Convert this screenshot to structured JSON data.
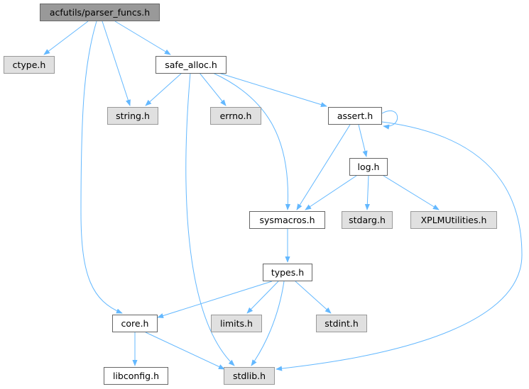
{
  "graph": {
    "type": "include-dependency-graph",
    "edge_color": "#63b8ff",
    "nodes": {
      "root": {
        "label": "acfutils/parser_funcs.h",
        "kind": "root"
      },
      "ctype": {
        "label": "ctype.h",
        "kind": "external"
      },
      "safe_alloc": {
        "label": "safe_alloc.h",
        "kind": "internal"
      },
      "string": {
        "label": "string.h",
        "kind": "external"
      },
      "errno": {
        "label": "errno.h",
        "kind": "external"
      },
      "assert": {
        "label": "assert.h",
        "kind": "internal"
      },
      "log": {
        "label": "log.h",
        "kind": "internal"
      },
      "sysmacros": {
        "label": "sysmacros.h",
        "kind": "internal"
      },
      "stdarg": {
        "label": "stdarg.h",
        "kind": "external"
      },
      "xplm": {
        "label": "XPLMUtilities.h",
        "kind": "external"
      },
      "types": {
        "label": "types.h",
        "kind": "internal"
      },
      "core": {
        "label": "core.h",
        "kind": "internal"
      },
      "limits": {
        "label": "limits.h",
        "kind": "external"
      },
      "stdint": {
        "label": "stdint.h",
        "kind": "external"
      },
      "libconfig": {
        "label": "libconfig.h",
        "kind": "internal"
      },
      "stdlib": {
        "label": "stdlib.h",
        "kind": "external"
      }
    },
    "edges": [
      [
        "root",
        "ctype"
      ],
      [
        "root",
        "string"
      ],
      [
        "root",
        "safe_alloc"
      ],
      [
        "root",
        "core"
      ],
      [
        "safe_alloc",
        "string"
      ],
      [
        "safe_alloc",
        "errno"
      ],
      [
        "safe_alloc",
        "assert"
      ],
      [
        "safe_alloc",
        "sysmacros"
      ],
      [
        "safe_alloc",
        "stdlib"
      ],
      [
        "assert",
        "assert"
      ],
      [
        "assert",
        "log"
      ],
      [
        "assert",
        "sysmacros"
      ],
      [
        "assert",
        "stdlib"
      ],
      [
        "log",
        "sysmacros"
      ],
      [
        "log",
        "stdarg"
      ],
      [
        "log",
        "xplm"
      ],
      [
        "sysmacros",
        "types"
      ],
      [
        "types",
        "core"
      ],
      [
        "types",
        "limits"
      ],
      [
        "types",
        "stdint"
      ],
      [
        "types",
        "stdlib"
      ],
      [
        "core",
        "libconfig"
      ],
      [
        "core",
        "stdlib"
      ]
    ]
  }
}
